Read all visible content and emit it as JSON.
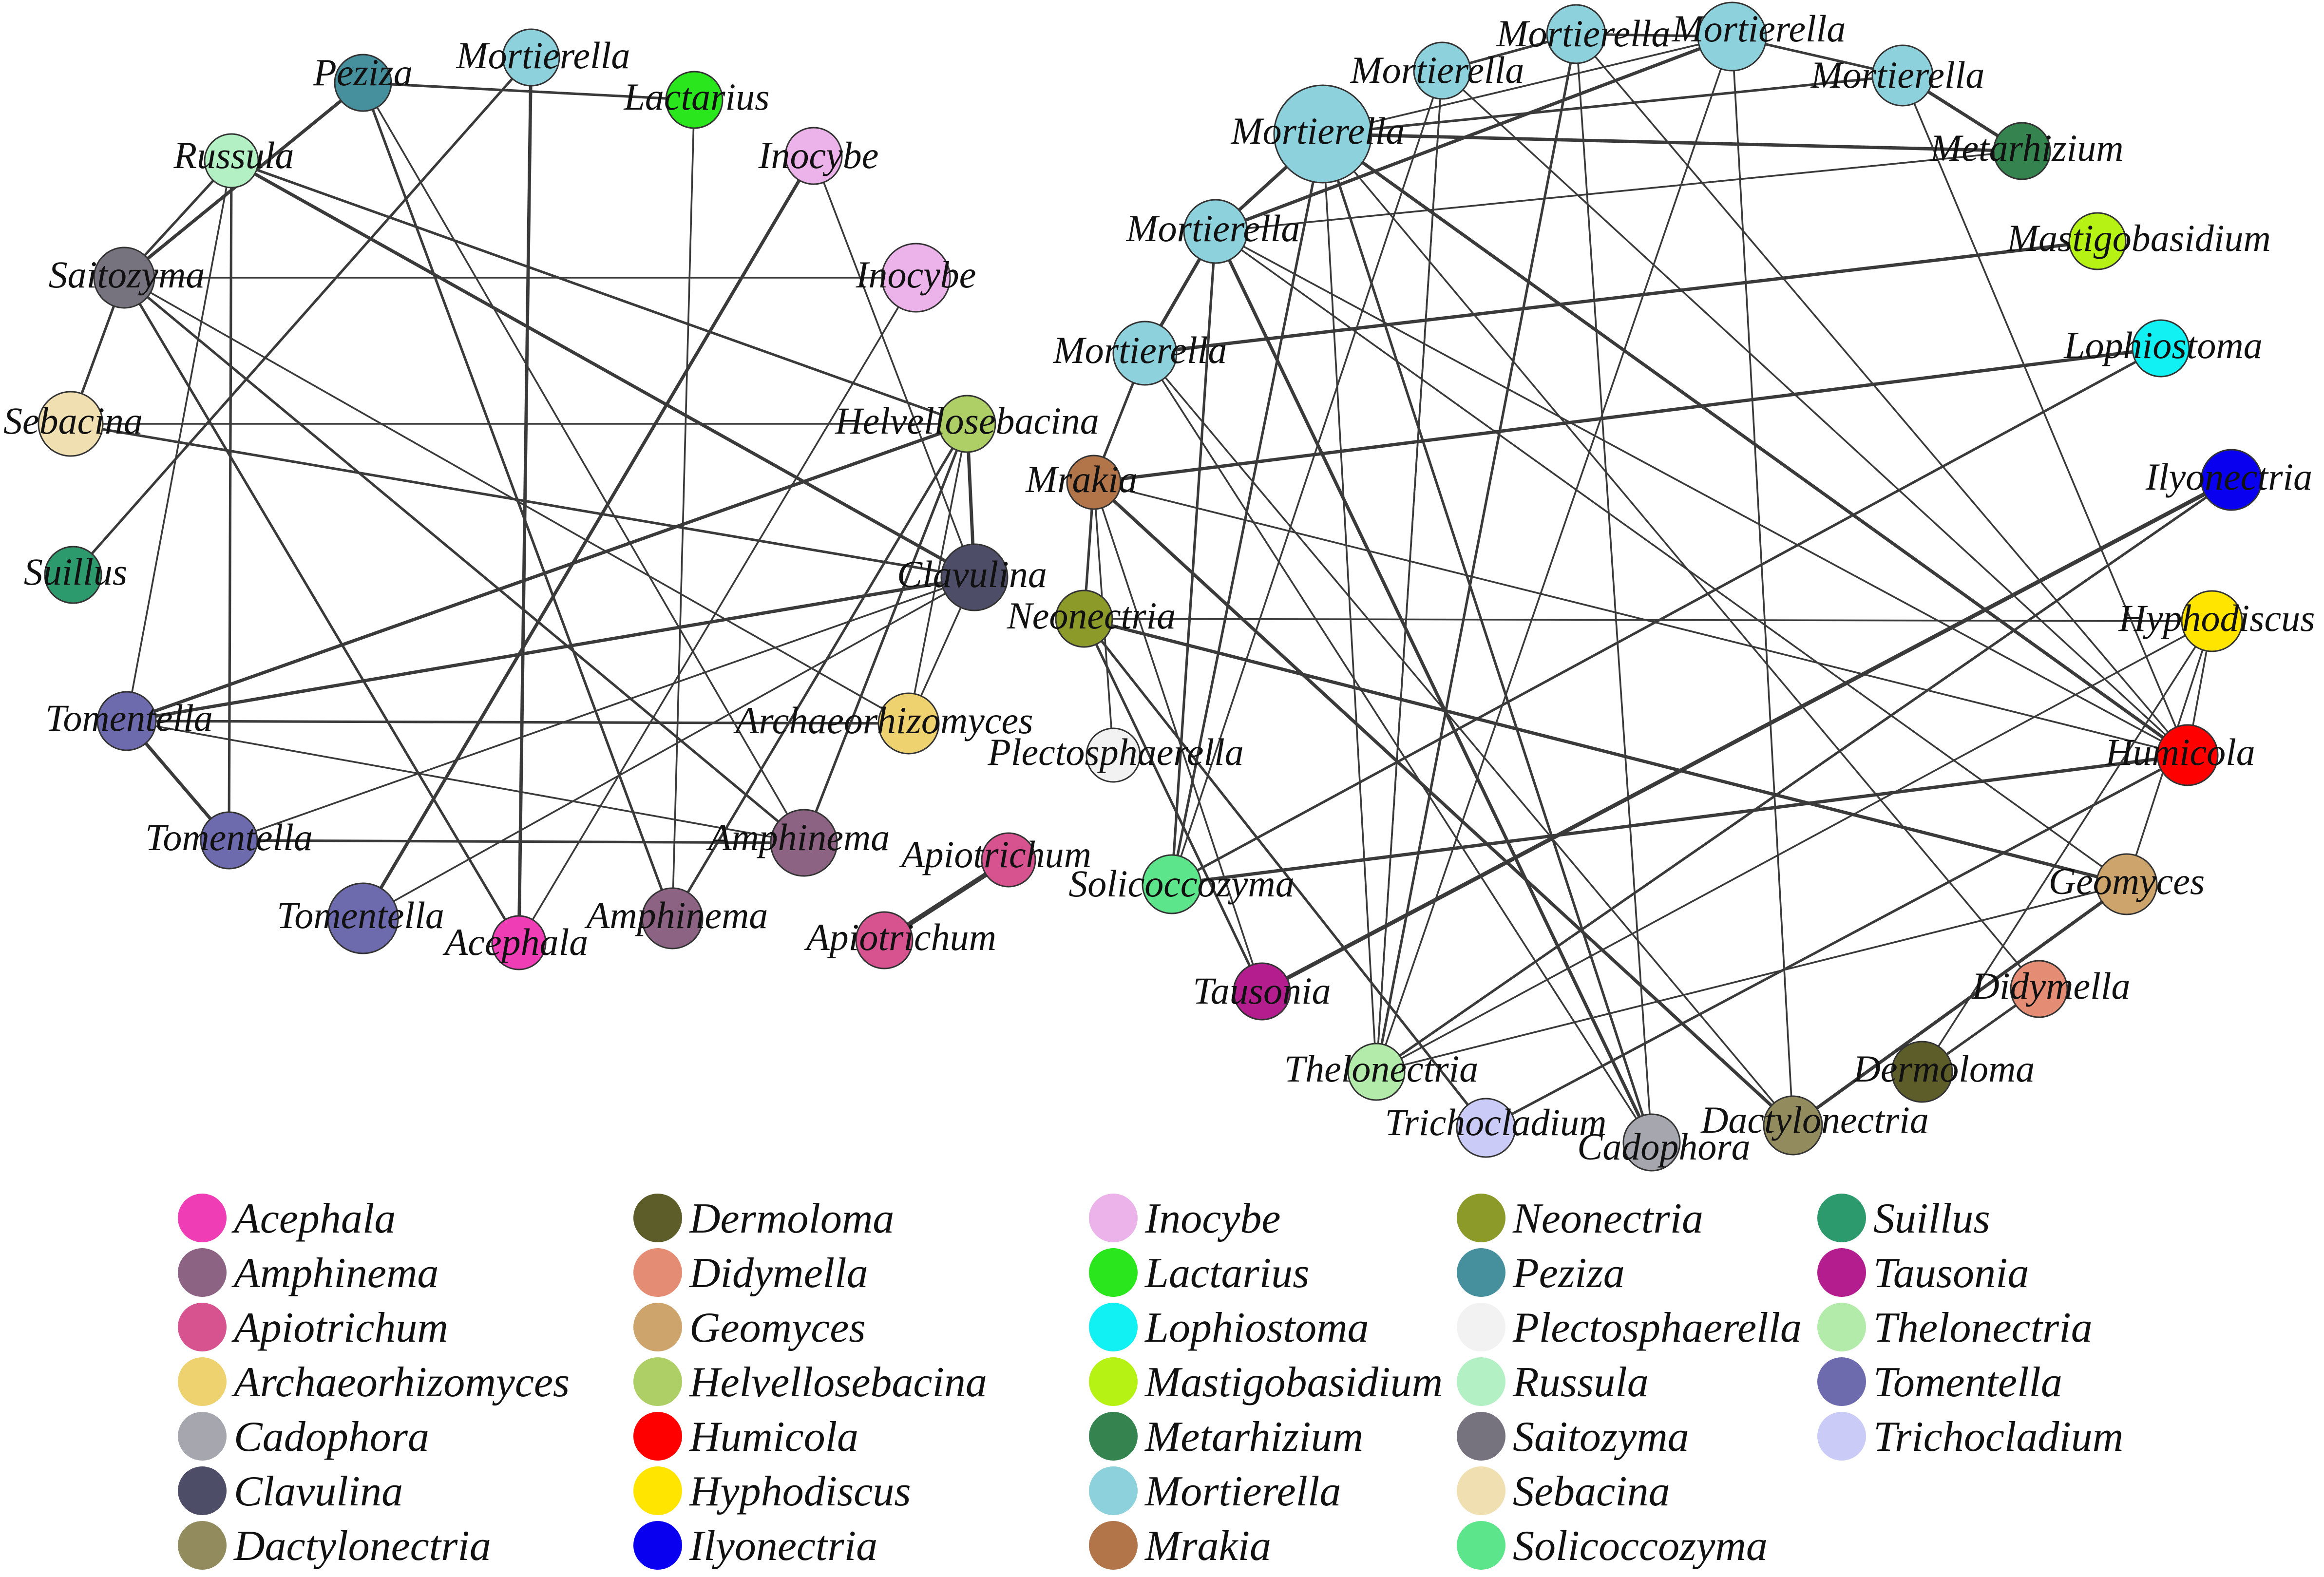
{
  "colors": {
    "Acephala": "#ee3db5",
    "Amphinema": "#8c6383",
    "Apiotrichum": "#d6538f",
    "Archaeorhizomyces": "#efd270",
    "Cadophora": "#a6a6ae",
    "Clavulina": "#4e4d67",
    "Dactylonectria": "#918b5e",
    "Dermoloma": "#5d5d2a",
    "Didymella": "#e48d74",
    "Geomyces": "#cca46c",
    "Helvellosebacina": "#aecf66",
    "Humicola": "#ff0000",
    "Hyphodiscus": "#ffe500",
    "Ilyonectria": "#0a00f0",
    "Inocybe": "#ecb2ea",
    "Lactarius": "#2ae61c",
    "Lophiostoma": "#11f0f2",
    "Mastigobasidium": "#b6f214",
    "Metarhizium": "#358450",
    "Mortierella": "#8cd1db",
    "Mrakia": "#b27449",
    "Neonectria": "#8c9a2a",
    "Peziza": "#45909c",
    "Plectosphaerella": "#f2f2f2",
    "Russula": "#b3f1c4",
    "Saitozyma": "#76737e",
    "Sebacina": "#f0dfb1",
    "Solicoccozyma": "#5ce58b",
    "Suillus": "#2d9a6d",
    "Tausonia": "#b31d8e",
    "Thelonectria": "#b3ecaa",
    "Tomentella": "#6e6aae",
    "Trichocladium": "#cbcbf7"
  },
  "networks": [
    {
      "name": "left",
      "nodes": [
        {
          "id": "L1",
          "genus": "Peziza",
          "label": "Peziza"
        },
        {
          "id": "L2",
          "genus": "Mortierella",
          "label": "Mortierella"
        },
        {
          "id": "L3",
          "genus": "Lactarius",
          "label": "Lactarius"
        },
        {
          "id": "L4",
          "genus": "Inocybe",
          "label": "Inocybe"
        },
        {
          "id": "L5",
          "genus": "Russula",
          "label": "Russula"
        },
        {
          "id": "L6",
          "genus": "Saitozyma",
          "label": "Saitozyma"
        },
        {
          "id": "L7",
          "genus": "Inocybe",
          "label": "Inocybe"
        },
        {
          "id": "L8",
          "genus": "Sebacina",
          "label": "Sebacina"
        },
        {
          "id": "L9",
          "genus": "Helvellosebacina",
          "label": "Helvellosebacina"
        },
        {
          "id": "L10",
          "genus": "Suillus",
          "label": "Suillus"
        },
        {
          "id": "L11",
          "genus": "Clavulina",
          "label": "Clavulina"
        },
        {
          "id": "L12",
          "genus": "Tomentella",
          "label": "Tomentella"
        },
        {
          "id": "L13",
          "genus": "Archaeorhizomyces",
          "label": "Archaeorhizomyces"
        },
        {
          "id": "L14",
          "genus": "Tomentella",
          "label": "Tomentella"
        },
        {
          "id": "L15",
          "genus": "Amphinema",
          "label": "Amphinema"
        },
        {
          "id": "L16",
          "genus": "Apiotrichum",
          "label": "Apiotrichum"
        },
        {
          "id": "L17",
          "genus": "Tomentella",
          "label": "Tomentella"
        },
        {
          "id": "L18",
          "genus": "Amphinema",
          "label": "Amphinema"
        },
        {
          "id": "L19",
          "genus": "Acephala",
          "label": "Acephala"
        },
        {
          "id": "L20",
          "genus": "Apiotrichum",
          "label": "Apiotrichum"
        }
      ],
      "edges": [
        {
          "source": "L1",
          "target": "L3",
          "weight": 2
        },
        {
          "source": "L1",
          "target": "L6",
          "weight": 3
        },
        {
          "source": "L1",
          "target": "L15",
          "weight": 1
        },
        {
          "source": "L1",
          "target": "L18",
          "weight": 2
        },
        {
          "source": "L2",
          "target": "L19",
          "weight": 3
        },
        {
          "source": "L2",
          "target": "L10",
          "weight": 2
        },
        {
          "source": "L3",
          "target": "L18",
          "weight": 1
        },
        {
          "source": "L4",
          "target": "L17",
          "weight": 3
        },
        {
          "source": "L4",
          "target": "L11",
          "weight": 1
        },
        {
          "source": "L5",
          "target": "L6",
          "weight": 2
        },
        {
          "source": "L5",
          "target": "L11",
          "weight": 3
        },
        {
          "source": "L5",
          "target": "L9",
          "weight": 2
        },
        {
          "source": "L5",
          "target": "L14",
          "weight": 2
        },
        {
          "source": "L5",
          "target": "L12",
          "weight": 1
        },
        {
          "source": "L6",
          "target": "L7",
          "weight": 1
        },
        {
          "source": "L6",
          "target": "L8",
          "weight": 2
        },
        {
          "source": "L6",
          "target": "L19",
          "weight": 2
        },
        {
          "source": "L6",
          "target": "L15",
          "weight": 2
        },
        {
          "source": "L6",
          "target": "L13",
          "weight": 1
        },
        {
          "source": "L8",
          "target": "L9",
          "weight": 1
        },
        {
          "source": "L8",
          "target": "L11",
          "weight": 2
        },
        {
          "source": "L9",
          "target": "L12",
          "weight": 3
        },
        {
          "source": "L9",
          "target": "L11",
          "weight": 3
        },
        {
          "source": "L9",
          "target": "L15",
          "weight": 2
        },
        {
          "source": "L9",
          "target": "L18",
          "weight": 2
        },
        {
          "source": "L11",
          "target": "L12",
          "weight": 3
        },
        {
          "source": "L11",
          "target": "L13",
          "weight": 1
        },
        {
          "source": "L11",
          "target": "L14",
          "weight": 1
        },
        {
          "source": "L11",
          "target": "L17",
          "weight": 1
        },
        {
          "source": "L12",
          "target": "L13",
          "weight": 2
        },
        {
          "source": "L12",
          "target": "L14",
          "weight": 3
        },
        {
          "source": "L12",
          "target": "L15",
          "weight": 1
        },
        {
          "source": "L14",
          "target": "L15",
          "weight": 2
        },
        {
          "source": "L16",
          "target": "L20",
          "weight": 5
        },
        {
          "source": "L7",
          "target": "L19",
          "weight": 1
        },
        {
          "source": "L13",
          "target": "L9",
          "weight": 1
        }
      ]
    },
    {
      "name": "right",
      "nodes": [
        {
          "id": "R1",
          "genus": "Mortierella",
          "label": "Mortierella"
        },
        {
          "id": "R2",
          "genus": "Mortierella",
          "label": "Mortierella"
        },
        {
          "id": "R3",
          "genus": "Mortierella",
          "label": "Mortierella"
        },
        {
          "id": "R4",
          "genus": "Mortierella",
          "label": "Mortierella"
        },
        {
          "id": "R5",
          "genus": "Mortierella",
          "label": "Mortierella"
        },
        {
          "id": "R6",
          "genus": "Metarhizium",
          "label": "Metarhizium"
        },
        {
          "id": "R7",
          "genus": "Mortierella",
          "label": "Mortierella"
        },
        {
          "id": "R8",
          "genus": "Mastigobasidium",
          "label": "Mastigobasidium"
        },
        {
          "id": "R9",
          "genus": "Mortierella",
          "label": "Mortierella"
        },
        {
          "id": "R10",
          "genus": "Lophiostoma",
          "label": "Lophiostoma"
        },
        {
          "id": "R11",
          "genus": "Mrakia",
          "label": "Mrakia"
        },
        {
          "id": "R12",
          "genus": "Ilyonectria",
          "label": "Ilyonectria"
        },
        {
          "id": "R13",
          "genus": "Neonectria",
          "label": "Neonectria"
        },
        {
          "id": "R14",
          "genus": "Hyphodiscus",
          "label": "Hyphodiscus"
        },
        {
          "id": "R15",
          "genus": "Plectosphaerella",
          "label": "Plectosphaerella"
        },
        {
          "id": "R16",
          "genus": "Humicola",
          "label": "Humicola"
        },
        {
          "id": "R17",
          "genus": "Solicoccozyma",
          "label": "Solicoccozyma"
        },
        {
          "id": "R18",
          "genus": "Geomyces",
          "label": "Geomyces"
        },
        {
          "id": "R19",
          "genus": "Tausonia",
          "label": "Tausonia"
        },
        {
          "id": "R20",
          "genus": "Didymella",
          "label": "Didymella"
        },
        {
          "id": "R21",
          "genus": "Thelonectria",
          "label": "Thelonectria"
        },
        {
          "id": "R22",
          "genus": "Dermoloma",
          "label": "Dermoloma"
        },
        {
          "id": "R23",
          "genus": "Trichocladium",
          "label": "Trichocladium"
        },
        {
          "id": "R24",
          "genus": "Dactylonectria",
          "label": "Dactylonectria"
        },
        {
          "id": "R25",
          "genus": "Cadophora",
          "label": "Cadophora"
        }
      ],
      "edges": [
        {
          "source": "R1",
          "target": "R2",
          "weight": 2
        },
        {
          "source": "R1",
          "target": "R3",
          "weight": 2
        },
        {
          "source": "R1",
          "target": "R21",
          "weight": 2
        },
        {
          "source": "R1",
          "target": "R16",
          "weight": 1
        },
        {
          "source": "R2",
          "target": "R4",
          "weight": 2
        },
        {
          "source": "R2",
          "target": "R7",
          "weight": 3
        },
        {
          "source": "R2",
          "target": "R5",
          "weight": 1
        },
        {
          "source": "R2",
          "target": "R24",
          "weight": 1
        },
        {
          "source": "R3",
          "target": "R17",
          "weight": 1
        },
        {
          "source": "R3",
          "target": "R21",
          "weight": 1
        },
        {
          "source": "R3",
          "target": "R16",
          "weight": 1
        },
        {
          "source": "R4",
          "target": "R5",
          "weight": 2
        },
        {
          "source": "R4",
          "target": "R6",
          "weight": 3
        },
        {
          "source": "R4",
          "target": "R16",
          "weight": 1
        },
        {
          "source": "R5",
          "target": "R6",
          "weight": 3
        },
        {
          "source": "R5",
          "target": "R7",
          "weight": 3
        },
        {
          "source": "R5",
          "target": "R17",
          "weight": 2
        },
        {
          "source": "R5",
          "target": "R21",
          "weight": 1
        },
        {
          "source": "R5",
          "target": "R16",
          "weight": 3
        },
        {
          "source": "R5",
          "target": "R20",
          "weight": 1
        },
        {
          "source": "R6",
          "target": "R7",
          "weight": 1
        },
        {
          "source": "R7",
          "target": "R9",
          "weight": 3
        },
        {
          "source": "R7",
          "target": "R17",
          "weight": 2
        },
        {
          "source": "R7",
          "target": "R25",
          "weight": 3
        },
        {
          "source": "R7",
          "target": "R18",
          "weight": 1
        },
        {
          "source": "R7",
          "target": "R16",
          "weight": 1
        },
        {
          "source": "R9",
          "target": "R8",
          "weight": 3
        },
        {
          "source": "R9",
          "target": "R11",
          "weight": 2
        },
        {
          "source": "R9",
          "target": "R24",
          "weight": 1
        },
        {
          "source": "R11",
          "target": "R10",
          "weight": 3
        },
        {
          "source": "R11",
          "target": "R13",
          "weight": 2
        },
        {
          "source": "R11",
          "target": "R19",
          "weight": 1
        },
        {
          "source": "R11",
          "target": "R24",
          "weight": 3
        },
        {
          "source": "R11",
          "target": "R16",
          "weight": 1
        },
        {
          "source": "R11",
          "target": "R15",
          "weight": 1
        },
        {
          "source": "R13",
          "target": "R18",
          "weight": 3
        },
        {
          "source": "R13",
          "target": "R19",
          "weight": 2
        },
        {
          "source": "R13",
          "target": "R23",
          "weight": 2
        },
        {
          "source": "R13",
          "target": "R14",
          "weight": 1
        },
        {
          "source": "R17",
          "target": "R10",
          "weight": 2
        },
        {
          "source": "R17",
          "target": "R16",
          "weight": 3
        },
        {
          "source": "R19",
          "target": "R12",
          "weight": 4
        },
        {
          "source": "R21",
          "target": "R12",
          "weight": 2
        },
        {
          "source": "R21",
          "target": "R14",
          "weight": 1
        },
        {
          "source": "R21",
          "target": "R18",
          "weight": 1
        },
        {
          "source": "R21",
          "target": "R2",
          "weight": 1
        },
        {
          "source": "R21",
          "target": "R3",
          "weight": 1
        },
        {
          "source": "R23",
          "target": "R16",
          "weight": 2
        },
        {
          "source": "R24",
          "target": "R18",
          "weight": 3
        },
        {
          "source": "R22",
          "target": "R20",
          "weight": 2
        },
        {
          "source": "R22",
          "target": "R14",
          "weight": 1
        },
        {
          "source": "R25",
          "target": "R9",
          "weight": 1
        },
        {
          "source": "R25",
          "target": "R5",
          "weight": 2
        },
        {
          "source": "R14",
          "target": "R16",
          "weight": 1
        },
        {
          "source": "R14",
          "target": "R18",
          "weight": 1
        },
        {
          "source": "R1",
          "target": "R25",
          "weight": 1
        }
      ]
    }
  ],
  "legend": [
    [
      "Acephala",
      "Amphinema",
      "Apiotrichum",
      "Archaeorhizomyces",
      "Cadophora",
      "Clavulina",
      "Dactylonectria"
    ],
    [
      "Dermoloma",
      "Didymella",
      "Geomyces",
      "Helvellosebacina",
      "Humicola",
      "Hyphodiscus",
      "Ilyonectria"
    ],
    [
      "Inocybe",
      "Lactarius",
      "Lophiostoma",
      "Mastigobasidium",
      "Metarhizium",
      "Mortierella",
      "Mrakia"
    ],
    [
      "Neonectria",
      "Peziza",
      "Plectosphaerella",
      "Russula",
      "Saitozyma",
      "Sebacina",
      "Solicoccozyma"
    ],
    [
      "Suillus",
      "Tausonia",
      "Thelonectria",
      "Tomentella",
      "Trichocladium"
    ]
  ]
}
